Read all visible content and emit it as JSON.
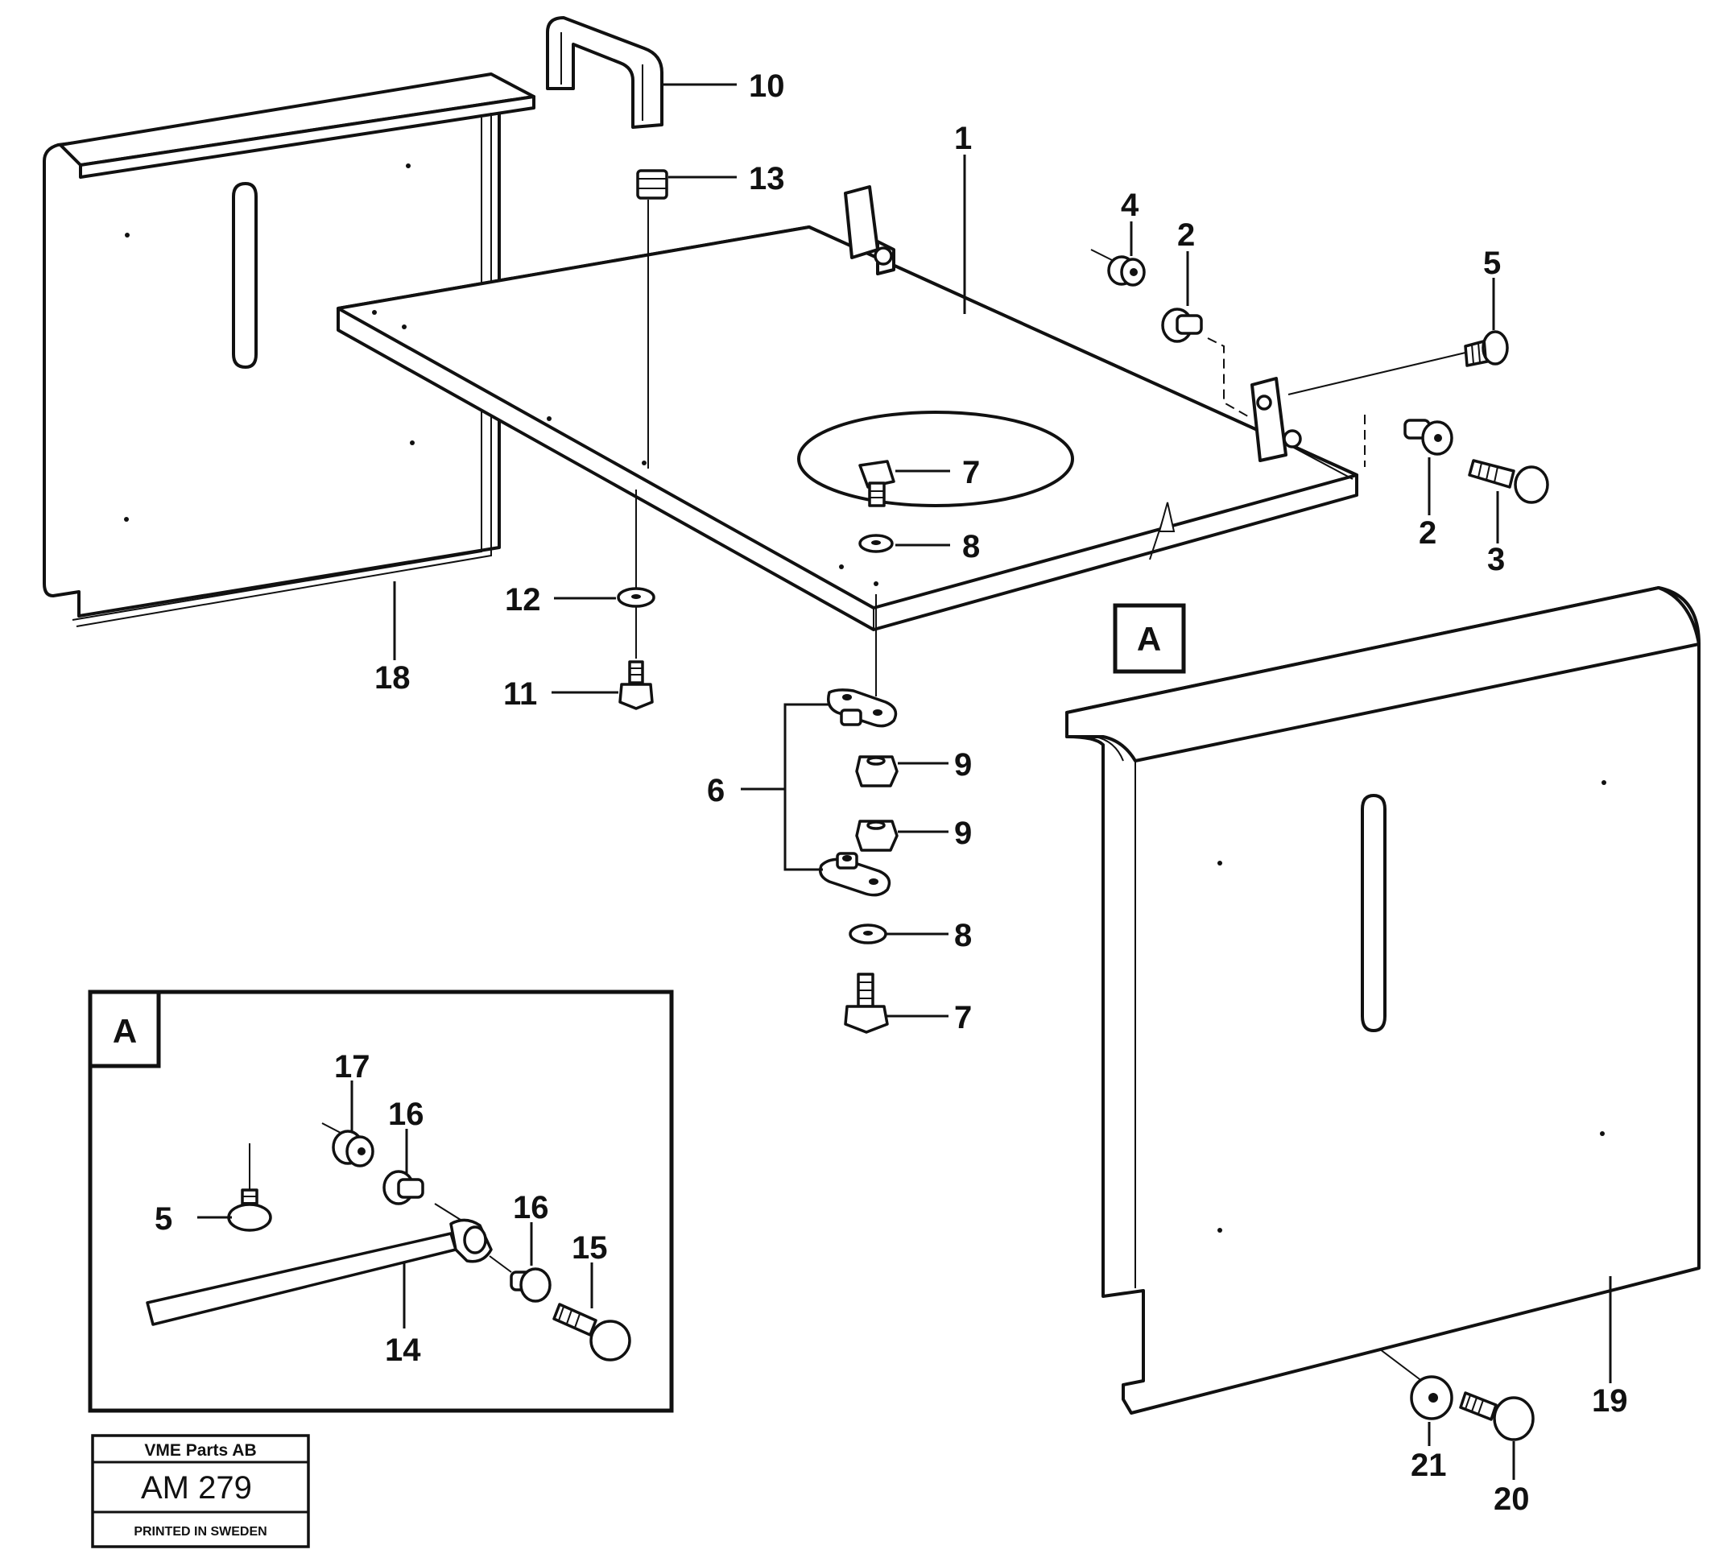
{
  "callouts": {
    "c1": "1",
    "c2a": "2",
    "c2b": "2",
    "c3": "3",
    "c4": "4",
    "c5": "5",
    "c6": "6",
    "c7a": "7",
    "c7b": "7",
    "c8a": "8",
    "c8b": "8",
    "c9a": "9",
    "c9b": "9",
    "c10": "10",
    "c11": "11",
    "c12": "12",
    "c13": "13",
    "c18": "18",
    "c19": "19",
    "c20": "20",
    "c21": "21"
  },
  "detail_a": {
    "view_marker": "A",
    "box_label": "A",
    "c5": "5",
    "c14": "14",
    "c15": "15",
    "c16a": "16",
    "c16b": "16",
    "c17": "17"
  },
  "title_block": {
    "company": "VME Parts AB",
    "code": "AM 279",
    "printed": "PRINTED IN SWEDEN"
  }
}
